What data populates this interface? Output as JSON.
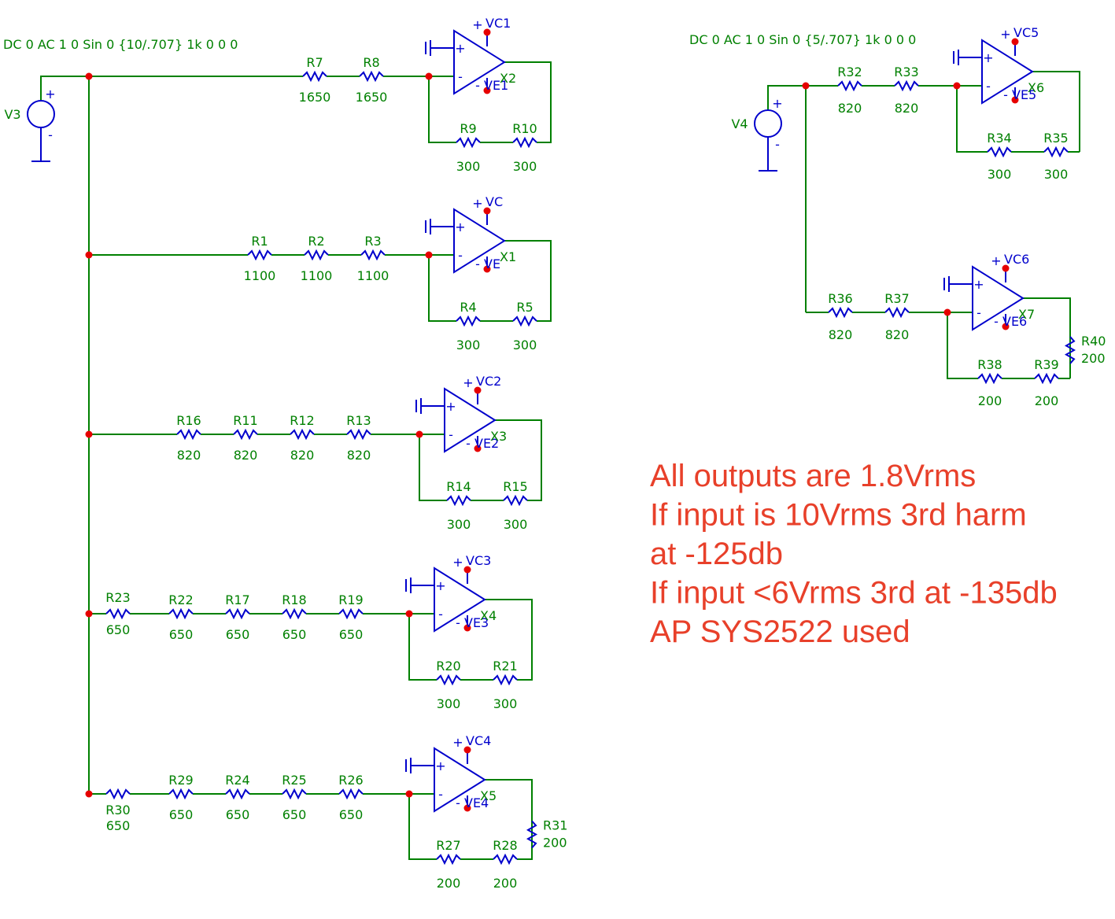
{
  "sources": [
    {
      "ref": "V3",
      "spec": "DC 0 AC 1 0 Sin 0 {10/.707} 1k 0 0 0"
    },
    {
      "ref": "V4",
      "spec": "DC 0 AC 1 0 Sin 0 {5/.707} 1k 0 0 0"
    }
  ],
  "stages": [
    {
      "ref": "X2",
      "vc": "VC1",
      "ve": "VE1",
      "input": [
        {
          "ref": "R7",
          "value": "1650"
        },
        {
          "ref": "R8",
          "value": "1650"
        }
      ],
      "feedback": [
        {
          "ref": "R9",
          "value": "300"
        },
        {
          "ref": "R10",
          "value": "300"
        }
      ]
    },
    {
      "ref": "X1",
      "vc": "VC",
      "ve": "VE",
      "input": [
        {
          "ref": "R1",
          "value": "1100"
        },
        {
          "ref": "R2",
          "value": "1100"
        },
        {
          "ref": "R3",
          "value": "1100"
        }
      ],
      "feedback": [
        {
          "ref": "R4",
          "value": "300"
        },
        {
          "ref": "R5",
          "value": "300"
        }
      ]
    },
    {
      "ref": "X3",
      "vc": "VC2",
      "ve": "VE2",
      "input": [
        {
          "ref": "R16",
          "value": "820"
        },
        {
          "ref": "R11",
          "value": "820"
        },
        {
          "ref": "R12",
          "value": "820"
        },
        {
          "ref": "R13",
          "value": "820"
        }
      ],
      "feedback": [
        {
          "ref": "R14",
          "value": "300"
        },
        {
          "ref": "R15",
          "value": "300"
        }
      ]
    },
    {
      "ref": "X4",
      "vc": "VC3",
      "ve": "VE3",
      "input": [
        {
          "ref": "R23",
          "value": "650"
        },
        {
          "ref": "R22",
          "value": "650"
        },
        {
          "ref": "R17",
          "value": "650"
        },
        {
          "ref": "R18",
          "value": "650"
        },
        {
          "ref": "R19",
          "value": "650"
        }
      ],
      "feedback": [
        {
          "ref": "R20",
          "value": "300"
        },
        {
          "ref": "R21",
          "value": "300"
        }
      ]
    },
    {
      "ref": "X5",
      "vc": "VC4",
      "ve": "VE4",
      "input": [
        {
          "ref": "R30",
          "value": "650"
        },
        {
          "ref": "R29",
          "value": "650"
        },
        {
          "ref": "R24",
          "value": "650"
        },
        {
          "ref": "R25",
          "value": "650"
        },
        {
          "ref": "R26",
          "value": "650"
        }
      ],
      "feedback": [
        {
          "ref": "R27",
          "value": "200"
        },
        {
          "ref": "R28",
          "value": "200"
        }
      ],
      "vertical": {
        "ref": "R31",
        "value": "200"
      }
    },
    {
      "ref": "X6",
      "vc": "VC5",
      "ve": "VE5",
      "input": [
        {
          "ref": "R32",
          "value": "820"
        },
        {
          "ref": "R33",
          "value": "820"
        }
      ],
      "feedback": [
        {
          "ref": "R34",
          "value": "300"
        },
        {
          "ref": "R35",
          "value": "300"
        }
      ]
    },
    {
      "ref": "X7",
      "vc": "VC6",
      "ve": "VE6",
      "input": [
        {
          "ref": "R36",
          "value": "820"
        },
        {
          "ref": "R37",
          "value": "820"
        }
      ],
      "feedback": [
        {
          "ref": "R38",
          "value": "200"
        },
        {
          "ref": "R39",
          "value": "200"
        }
      ],
      "vertical": {
        "ref": "R40",
        "value": "200"
      }
    }
  ],
  "notes": [
    "All outputs are 1.8Vrms",
    "If input is 10Vrms 3rd harm",
    "at -125db",
    "If input <6Vrms 3rd at -135db",
    "AP SYS2522 used"
  ],
  "colors": {
    "wire": "#008000",
    "symbol": "#0000cc",
    "junction": "#e60000",
    "note": "#e8402a"
  }
}
